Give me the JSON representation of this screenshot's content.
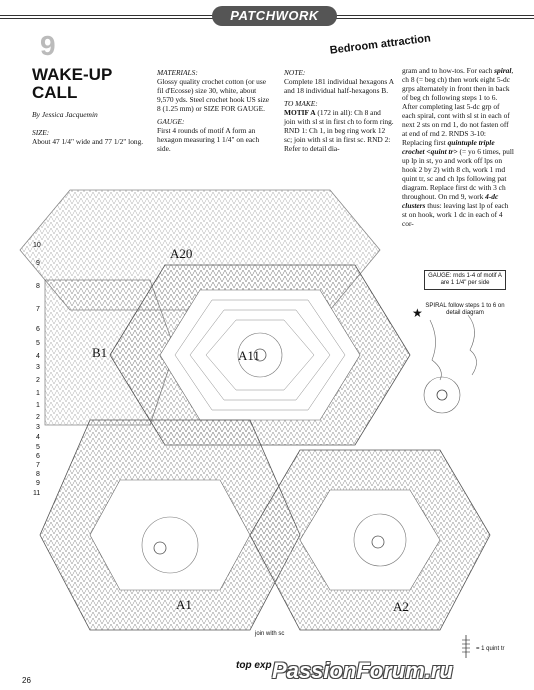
{
  "header": {
    "section": "PATCHWORK",
    "subtitle": "Bedroom attraction",
    "pattern_number": "9"
  },
  "article": {
    "title": "WAKE-UP CALL",
    "author": "By Jessica Jacquemin",
    "size_label": "SIZE:",
    "size_text": "About 47 1/4\" wide and 77 1/2\" long.",
    "materials_label": "MATERIALS:",
    "materials_text": "Glossy quality crochet cotton (or use fil d'Ecosse) size 30, white, about 9,570 yds. Steel crochet hook US size 8 (1.25 mm) or SIZE FOR GAUGE.",
    "gauge_label": "GAUGE:",
    "gauge_text": "First 4 rounds of motif A form an hexagon measuring 1 1/4\" on each side.",
    "note_label": "NOTE:",
    "note_text": "Complete 181 individual hexagons A and 18 individual half-hexagons B.",
    "to_make_label": "TO MAKE:",
    "motif_heading": "MOTIF A",
    "motif_text": "(172 in all): Ch 8 and join with sl st in first ch to form ring. RND 1: Ch 1, in beg ring work 12 sc; join with sl st in first sc. RND 2: Refer to detail dia-",
    "col4_text_a": "gram and to how-tos. For each ",
    "col4_spiral": "spiral",
    "col4_text_b": ", ch 8 (= beg ch) then work eight 5-dc grps alternately in front then in back of beg ch following steps 1 to 6. After completing last 5-dc grp of each spiral, cont with sl st in each of next 2 sts on rnd 1, do not fasten off at end of rnd 2. RNDS 3-10: Replacing first ",
    "col4_quint": "quintuple triple crochet <quint tr>",
    "col4_text_c": " (= yo 6 times, pull up lp in st, yo and work off lps on hook 2 by 2) with 8 ch, work 1 rnd quint tr, sc and ch lps following pat diagram. Replace first dc with 3 ch throughout. On rnd 9, work ",
    "col4_clusters": "4-dc clusters",
    "col4_text_d": " thus: leaving last lp of each st on hook, work 1 dc in each of 4 cor-"
  },
  "diagram": {
    "motif_labels": [
      "A20",
      "B1",
      "A11",
      "A1",
      "A2"
    ],
    "row_numbers": [
      "10",
      "9",
      "8",
      "7",
      "6",
      "5",
      "4",
      "3",
      "2",
      "1",
      "1",
      "2",
      "3",
      "4",
      "5",
      "6",
      "7",
      "8",
      "9",
      "11"
    ],
    "gauge_note": "GAUGE: rnds 1-4 of motif A are 1 1/4\" per side",
    "spiral_note": "SPIRAL follow steps 1 to 6 on detail diagram",
    "join_note": "join with sc",
    "quint_key": "= 1 quint tr",
    "star": "★"
  },
  "footer": {
    "page_number": "26",
    "watermark": "PassionForum.ru",
    "logo_text": "top exp"
  }
}
